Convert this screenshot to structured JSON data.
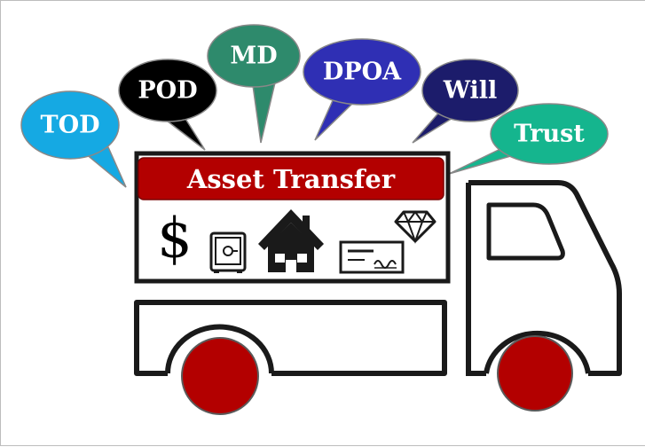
{
  "bubbles": [
    {
      "label": "TOD",
      "color": "#15a9e3"
    },
    {
      "label": "POD",
      "color": "#000000"
    },
    {
      "label": "MD",
      "color": "#2e8a6c"
    },
    {
      "label": "DPOA",
      "color": "#2f2fb4"
    },
    {
      "label": "Will",
      "color": "#1c1c6b"
    },
    {
      "label": "Trust",
      "color": "#15b58e"
    }
  ],
  "banner": {
    "label": "Asset Transfer",
    "color": "#b30000"
  },
  "icons": {
    "dollar": {
      "symbol": "$",
      "name": "dollar-icon"
    },
    "safe": {
      "name": "safe-icon"
    },
    "house": {
      "name": "house-icon"
    },
    "check": {
      "name": "check-icon"
    },
    "diamond": {
      "name": "diamond-icon"
    }
  },
  "wheel_color": "#b30000"
}
